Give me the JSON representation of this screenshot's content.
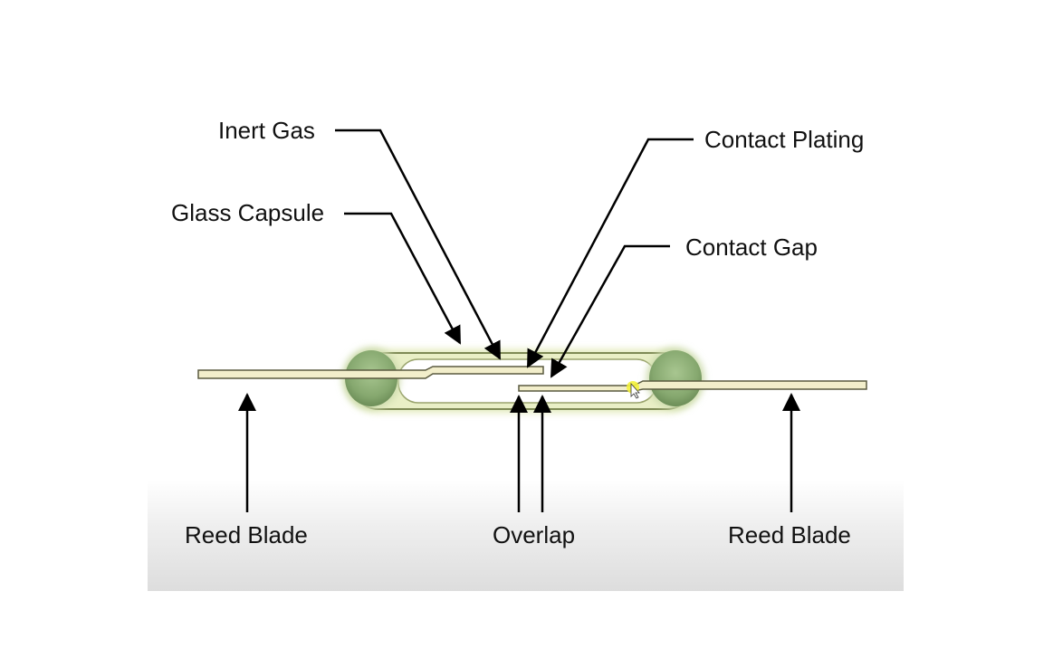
{
  "labels": {
    "inert_gas": "Inert Gas",
    "glass_capsule": "Glass Capsule",
    "contact_plating": "Contact Plating",
    "contact_gap": "Contact Gap",
    "reed_blade_left": "Reed Blade",
    "overlap": "Overlap",
    "reed_blade_right": "Reed Blade"
  },
  "colors": {
    "seal_green": "#8fb07a",
    "blade": "#f0eccb",
    "blade_outline": "#5a5a40",
    "glass_glow": "#e4ecc0",
    "pointer": "#000000",
    "cursor_highlight": "#f2f23a"
  }
}
